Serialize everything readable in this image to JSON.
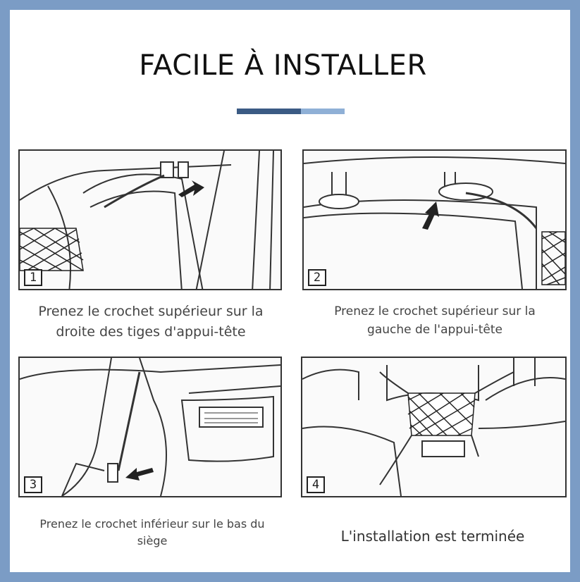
{
  "title": "FACILE À INSTALLER",
  "steps": [
    {
      "number": "1",
      "caption": "Prenez le crochet supérieur sur la droite des tiges d'appui-tête"
    },
    {
      "number": "2",
      "caption": "Prenez le crochet supérieur sur la gauche de l'appui-tête"
    },
    {
      "number": "3",
      "caption": "Prenez le crochet inférieur sur le bas du siège"
    },
    {
      "number": "4",
      "caption": "L'installation est terminée"
    }
  ],
  "colors": {
    "border": "#7b9cc5",
    "divider_dark": "#3b5b84",
    "divider_light": "#8fb0d6"
  }
}
